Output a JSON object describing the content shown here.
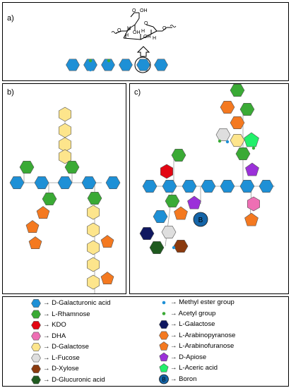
{
  "panels": {
    "a": {
      "label": "a)"
    },
    "b": {
      "label": "b)"
    },
    "c": {
      "label": "c)"
    }
  },
  "structure": {
    "cooh": "O",
    "oh_top": "OH",
    "oh1": "OH",
    "oh2": "OH",
    "h1": "H",
    "h2": "H",
    "h3": "H",
    "h4": "H",
    "o_left": "O",
    "o_right": "O",
    "o_ring": "O"
  },
  "boron_letter": "B",
  "legend": {
    "left": [
      {
        "label": "D-Galacturonic acid",
        "color": "#1e90d6",
        "shape": "hexagon"
      },
      {
        "label": "L-Rhamnose",
        "color": "#3aaa35",
        "shape": "hexagon"
      },
      {
        "label": "KDO",
        "color": "#e30613",
        "shape": "hexagon"
      },
      {
        "label": "DHA",
        "color": "#ee6fb4",
        "shape": "hexagon"
      },
      {
        "label": "D-Galactose",
        "color": "#fde58c",
        "shape": "hexagon"
      },
      {
        "label": "L-Fucose",
        "color": "#dedede",
        "shape": "hexagon"
      },
      {
        "label": "D-Xylose",
        "color": "#8b3a0e",
        "shape": "hexagon"
      },
      {
        "label": "D-Glucuronic acid",
        "color": "#1f5a1f",
        "shape": "hexagon"
      }
    ],
    "right": [
      {
        "label": "Methyl ester group",
        "color": "#1e90d6",
        "shape": "dot"
      },
      {
        "label": "Acetyl group",
        "color": "#3aaa35",
        "shape": "dot"
      },
      {
        "label": "L-Galactose",
        "color": "#0f1760",
        "shape": "hexagon"
      },
      {
        "label": "L-Arabinopyranose",
        "color": "#f47920",
        "shape": "hexagon"
      },
      {
        "label": "L-Arabinofuranose",
        "color": "#f47920",
        "shape": "pentagon"
      },
      {
        "label": "D-Apiose",
        "color": "#9b30d9",
        "shape": "pentagon"
      },
      {
        "label": "L-Aceric acid",
        "color": "#22f06a",
        "shape": "pentagon"
      },
      {
        "label": "Boron",
        "color": "#1565a8",
        "shape": "circle",
        "letter": "B"
      }
    ],
    "arrow": "→"
  },
  "colors": {
    "galA": "#1e90d6",
    "rha": "#3aaa35",
    "kdo": "#e30613",
    "dha": "#ee6fb4",
    "gal": "#fde58c",
    "fuc": "#dedede",
    "xyl": "#8b3a0e",
    "glcA": "#1f5a1f",
    "lgal": "#0f1760",
    "ara": "#f47920",
    "api": "#9b30d9",
    "ace": "#22f06a",
    "boron": "#1565a8"
  }
}
